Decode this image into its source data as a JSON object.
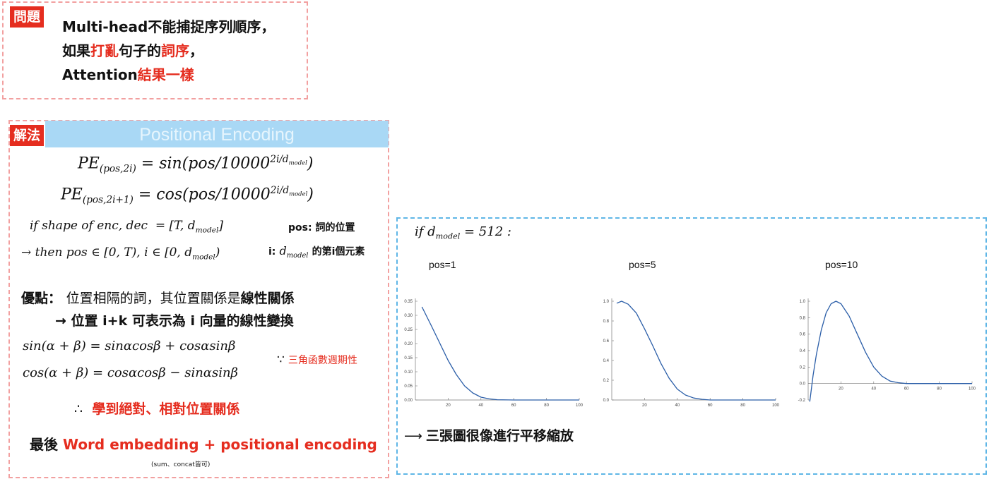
{
  "problem": {
    "tag": "問題",
    "line1": "Multi-head不能捕捉序列順序，",
    "line2_a": "如果",
    "line2_b": "打亂",
    "line2_c": "句子的",
    "line2_d": "詞序",
    "line2_e": "，",
    "line3_a": "Attention",
    "line3_b": "結果一樣"
  },
  "solution": {
    "tag": "解法",
    "header": "Positional Encoding",
    "pos_note": "pos: 詞的位置",
    "i_note_a": "i:",
    "i_note_b": "的第i個元素",
    "adv_label": "優點：",
    "adv_text_a": "位置相隔的詞，其位置關係是",
    "adv_text_b": "線性關係",
    "arrow_text": "→  位置 i+k 可表示為 i 向量的線性變換",
    "because": "∵",
    "because_text": "三角函數週期性",
    "therefore": "∴",
    "therefore_text": "學到絕對、相對位置關係",
    "final_a": "最後 ",
    "final_b": "Word embedding + positional encoding",
    "final_note": "(sum、concat皆可)"
  },
  "plots": {
    "condition": "if d_model = 512 :",
    "labels": [
      "pos=1",
      "pos=5",
      "pos=10"
    ],
    "conclusion_arrow": "⟶",
    "conclusion": "三張圖很像進行平移縮放"
  },
  "chart_data": [
    {
      "type": "line",
      "title": "pos=1",
      "xlim": [
        0,
        100
      ],
      "ylim": [
        0,
        0.35
      ],
      "x_ticks": [
        20,
        40,
        60,
        80,
        100
      ],
      "y_ticks": [
        0.0,
        0.05,
        0.1,
        0.15,
        0.2,
        0.25,
        0.3,
        0.35
      ],
      "x": [
        4,
        10,
        15,
        20,
        25,
        30,
        35,
        40,
        45,
        50,
        60,
        80,
        100
      ],
      "y": [
        0.33,
        0.26,
        0.2,
        0.14,
        0.09,
        0.05,
        0.025,
        0.01,
        0.004,
        0.001,
        0.0,
        0.0,
        0.0
      ]
    },
    {
      "type": "line",
      "title": "pos=5",
      "xlim": [
        0,
        100
      ],
      "ylim": [
        0,
        1.0
      ],
      "x_ticks": [
        20,
        40,
        60,
        80,
        100
      ],
      "y_ticks": [
        0.0,
        0.2,
        0.4,
        0.6,
        0.8,
        1.0
      ],
      "x": [
        3,
        6,
        10,
        15,
        20,
        25,
        30,
        35,
        40,
        45,
        50,
        55,
        60,
        80,
        100
      ],
      "y": [
        0.98,
        1.0,
        0.97,
        0.88,
        0.72,
        0.55,
        0.37,
        0.22,
        0.11,
        0.05,
        0.02,
        0.007,
        0.0,
        0.0,
        0.0
      ]
    },
    {
      "type": "line",
      "title": "pos=10",
      "xlim": [
        0,
        100
      ],
      "ylim": [
        -0.2,
        1.0
      ],
      "x_ticks": [
        20,
        40,
        60,
        80,
        100
      ],
      "y_ticks": [
        -0.2,
        0.0,
        0.2,
        0.4,
        0.6,
        0.8,
        1.0
      ],
      "x": [
        1,
        3,
        5,
        8,
        11,
        14,
        17,
        20,
        25,
        30,
        35,
        40,
        45,
        50,
        55,
        60,
        80,
        100
      ],
      "y": [
        -0.22,
        0.1,
        0.35,
        0.65,
        0.86,
        0.97,
        1.0,
        0.97,
        0.82,
        0.6,
        0.38,
        0.2,
        0.09,
        0.03,
        0.01,
        0.0,
        0.0,
        0.0
      ]
    }
  ]
}
